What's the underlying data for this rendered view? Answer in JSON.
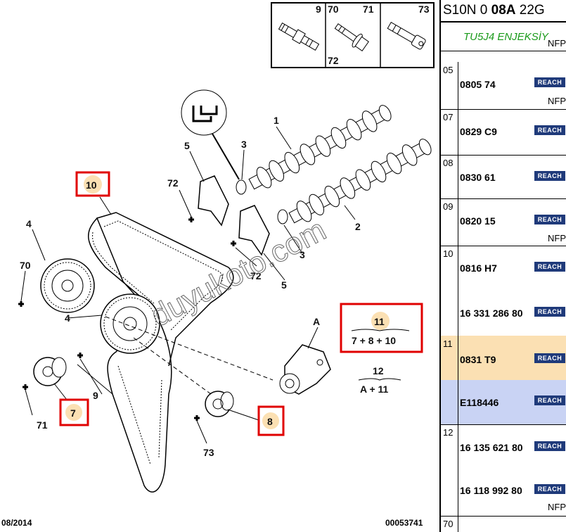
{
  "diagram": {
    "callouts": {
      "c1": "1",
      "c2": "2",
      "c3a": "3",
      "c3b": "3",
      "c4a": "4",
      "c4b": "4",
      "c5a": "5",
      "c5b": "5",
      "c9a": "9",
      "c9b": "9",
      "c70a": "70",
      "c70b": "70",
      "c71a": "71",
      "c71b": "71",
      "c72a": "72",
      "c72b": "72",
      "c72c": "72",
      "c73a": "73",
      "c73b": "73",
      "cA": "A",
      "c12": "12",
      "c12sub": "A + 11"
    },
    "boxed": {
      "b10": "10",
      "b7": "7",
      "b8": "8",
      "b11": "11",
      "b11sub": "7 + 8 + 10"
    },
    "watermark": "duyukoto.com",
    "footer_date": "08/2014",
    "footer_code": "00053741"
  },
  "panel": {
    "header_prefix": "S10N 0 ",
    "header_bold": "08A",
    "header_suffix": " 22G",
    "subtitle": "TU5J4 ENJEKSİY",
    "subtitle_nfp": "NFP",
    "reach": "REACH",
    "nfp": "NFP",
    "rows": {
      "r05": {
        "num": "05",
        "ref": "0805 74"
      },
      "r07": {
        "num": "07",
        "ref": "0829 C9"
      },
      "r08": {
        "num": "08",
        "ref": "0830 61"
      },
      "r09": {
        "num": "09",
        "ref": "0820 15"
      },
      "r10": {
        "num": "10",
        "ref1": "0816 H7",
        "ref2": "16 331 286 80"
      },
      "r11": {
        "num": "11",
        "ref1": "0831 T9",
        "ref2": "E118446"
      },
      "r12": {
        "num": "12",
        "ref1": "16 135 621 80",
        "ref2": "16 118 992 80"
      },
      "r70": {
        "num": "70"
      }
    }
  },
  "colors": {
    "highlight_box": "#e00000",
    "highlight_fill": "#fbe0b3",
    "reach_badge": "#1f3a7a",
    "subtitle_green": "#1a9a1a"
  }
}
